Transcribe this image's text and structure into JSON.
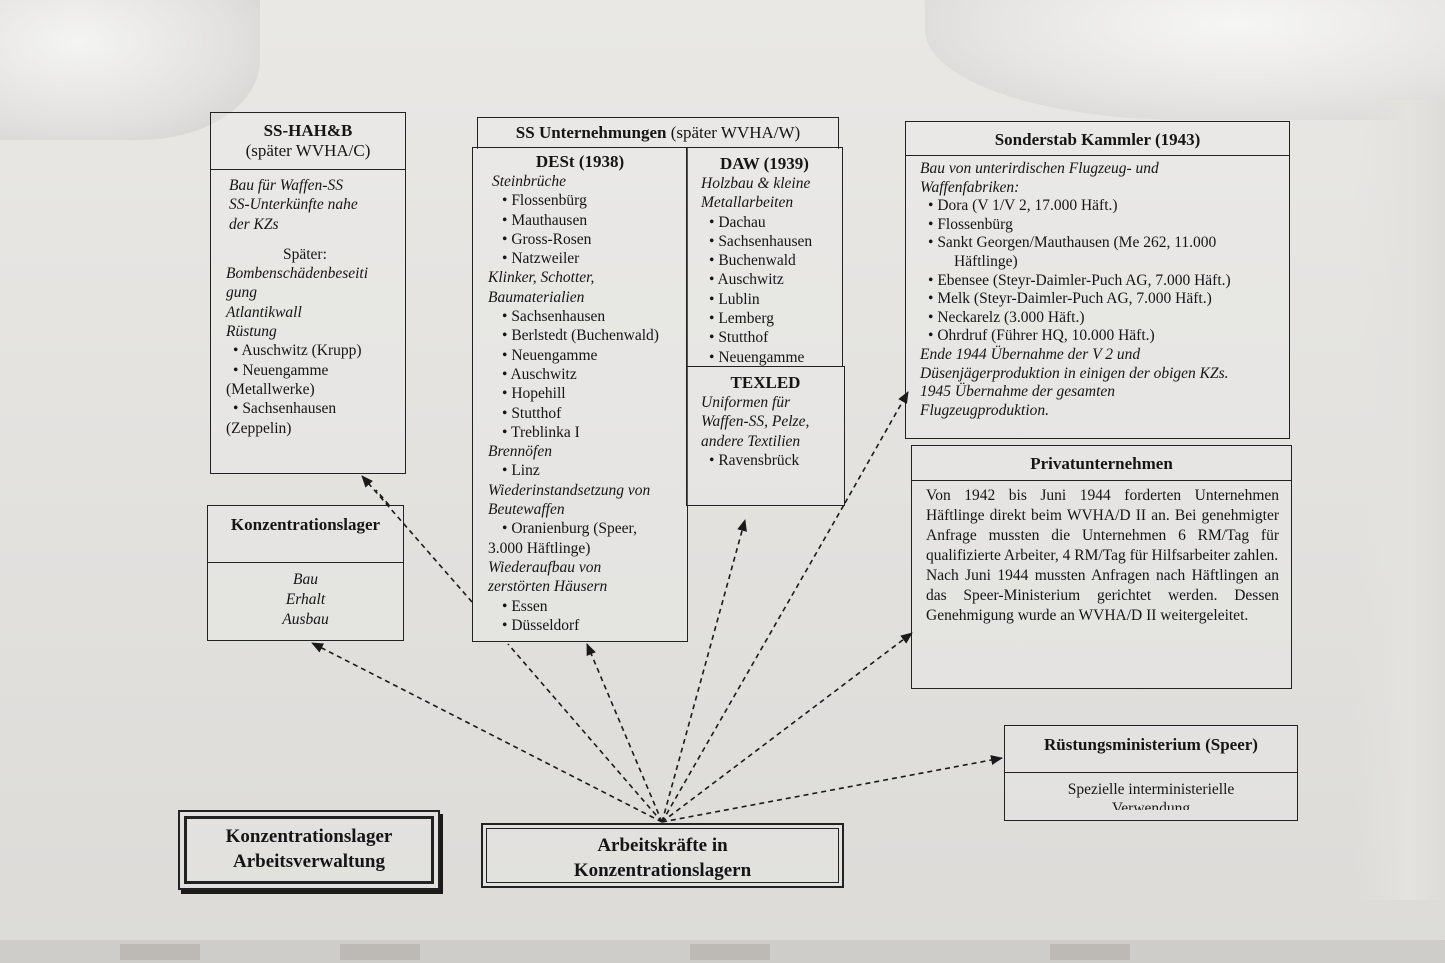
{
  "ss_hahb": {
    "title": "SS-HAH&B",
    "subtitle": "(später WVHA/C)",
    "italic_lines": [
      "Bau für Waffen-SS",
      "SS-Unterkünfte nahe",
      "der KZs"
    ],
    "later_label": "Später:",
    "later_italic": [
      "Bombenschädenbeseiti",
      "gung",
      "Atlantikwall",
      "Rüstung"
    ],
    "items": [
      "Auschwitz (Krupp)",
      "Neuengamme",
      "(Metallwerke)",
      "Sachsenhausen",
      "(Zeppelin)"
    ]
  },
  "kz": {
    "title": "Konzentrationslager",
    "lines": [
      "Bau",
      "Erhalt",
      "Ausbau"
    ]
  },
  "ss_unternehmungen": {
    "title": "SS Unternehmungen",
    "title_suffix": "(später WVHA/W)",
    "dest": {
      "title": "DESt (1938)",
      "c1": "Steinbrüche",
      "c1_items": [
        "Flossenbürg",
        "Mauthausen",
        "Gross-Rosen",
        "Natzweiler"
      ],
      "c2a": "Klinker, Schotter,",
      "c2b": "Baumaterialien",
      "c2_items": [
        "Sachsenhausen",
        "Berlstedt (Buchenwald)",
        "Neuengamme",
        "Auschwitz",
        "Hopehill",
        "Stutthof",
        "Treblinka I"
      ],
      "c3": "Brennöfen",
      "c3_items": [
        "Linz"
      ],
      "c4a": "Wiederinstandsetzung von",
      "c4b": "Beutewaffen",
      "c4_item": "Oranienburg (Speer,",
      "c4_cont": "3.000 Häftlinge)",
      "c5a": "Wiederaufbau von",
      "c5b": "zerstörten Häusern",
      "c5_items": [
        "Essen",
        "Düsseldorf"
      ]
    },
    "daw": {
      "title": "DAW (1939)",
      "c1a": "Holzbau & kleine",
      "c1b": "Metallarbeiten",
      "items": [
        "Dachau",
        "Sachsenhausen",
        "Buchenwald",
        "Auschwitz",
        "Lublin",
        "Lemberg",
        "Stutthof",
        "Neuengamme"
      ]
    },
    "texled": {
      "title": "TEXLED",
      "italic": [
        "Uniformen für",
        "Waffen-SS, Pelze,",
        "andere Textilien"
      ],
      "items": [
        "Ravensbrück"
      ]
    }
  },
  "kammler": {
    "title": "Sonderstab Kammler (1943)",
    "intro": [
      "Bau von unterirdischen Flugzeug- und",
      "Waffenfabriken:"
    ],
    "items": [
      "Dora (V 1/V 2, 17.000 Häft.)",
      "Flossenbürg",
      "Sankt Georgen/Mauthausen (Me 262, 11.000",
      "Ebensee (Steyr-Daimler-Puch AG, 7.000 Häft.)",
      "Melk (Steyr-Daimler-Puch AG, 7.000 Häft.)",
      "Neckarelz (3.000 Häft.)",
      "Ohrdruf (Führer HQ, 10.000 Häft.)"
    ],
    "item3_cont": "Häftlinge)",
    "outro": [
      "Ende 1944 Übernahme der V 2 und",
      "Düsenjägerproduktion in einigen der obigen KZs.",
      "1945 Übernahme der gesamten",
      "Flugzeugproduktion."
    ]
  },
  "privat": {
    "title": "Privatunternehmen",
    "p1": "Von 1942 bis Juni 1944 forderten Unternehmen Häftlinge direkt beim WVHA/D II an. Bei genehmigter Anfrage mussten die Unternehmen 6 RM/Tag für qualifizierte Arbeiter, 4 RM/Tag für Hilfsarbeiter zahlen.",
    "p2": "Nach Juni 1944 mussten Anfragen nach Häftlingen an das Speer-Ministerium gerichtet werden. Dessen Genehmigung wurde an WVHA/D II weitergeleitet."
  },
  "ruestung": {
    "title": "Rüstungsministerium (Speer)",
    "line1": "Spezielle interministerielle",
    "line2": "Verwendung"
  },
  "kz_verwaltung": {
    "line1": "Konzentrationslager",
    "line2": "Arbeitsverwaltung"
  },
  "arbeitskraefte": {
    "line1": "Arbeitskräfte in",
    "line2": "Konzentrationslagern"
  }
}
